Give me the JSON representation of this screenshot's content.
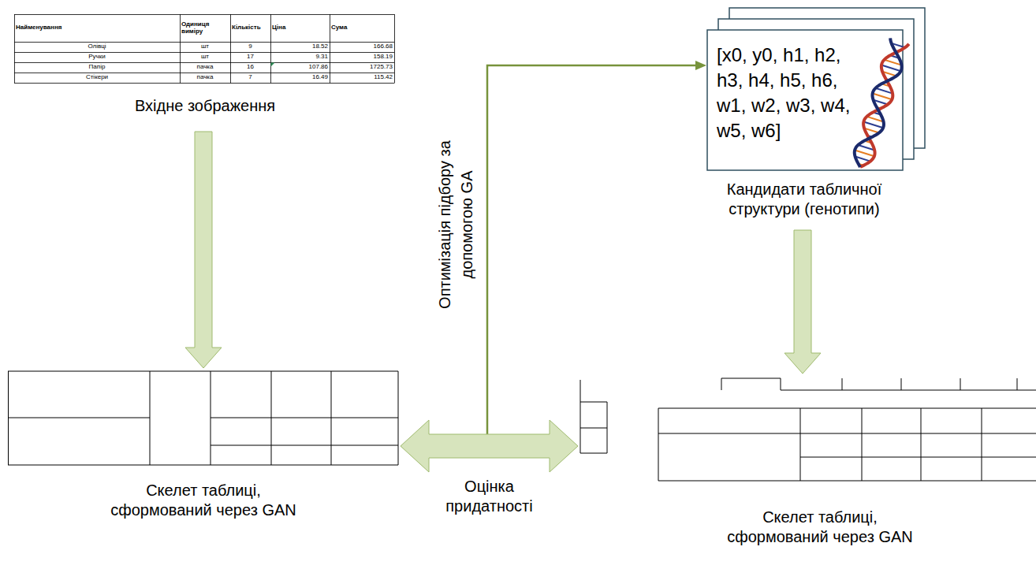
{
  "diagram": {
    "nodes": [
      {
        "text": [
          "Вхідне зображення"
        ]
      },
      {
        "text": [
          "[x0, y0, h1, h2, h3, h4, h5, h6, w1, w2, w3, w4, w5, w6]",
          "Кандидати табличної структури (генотипи)"
        ]
      },
      {
        "text": [
          "Скелет таблиці, сформований через GAN"
        ]
      },
      {
        "text": [
          "Скелет таблиці, сформований через GAN"
        ]
      }
    ],
    "edges": [
      {
        "from": 0,
        "to": 2,
        "arrow": "to"
      },
      {
        "from": 1,
        "to": 3,
        "arrow": "to"
      },
      {
        "from": 2,
        "to": 3,
        "arrow": "both",
        "label": "Оцінка придатності"
      }
    ],
    "labels": [
      "Найменування",
      "Одиниця виміру",
      "Кількість",
      "Ціна",
      "Сума",
      "Олівці",
      "шт",
      "9",
      "18.52",
      "166.68",
      "Ручки",
      "шт",
      "17",
      "9.31",
      "158.19",
      "Папір",
      "пачка",
      "16",
      "107.86",
      "1725.73",
      "Стікери",
      "пачка",
      "7",
      "16.49",
      "115.42",
      "Оптимізація підбору за допомогою GA"
    ]
  }
}
